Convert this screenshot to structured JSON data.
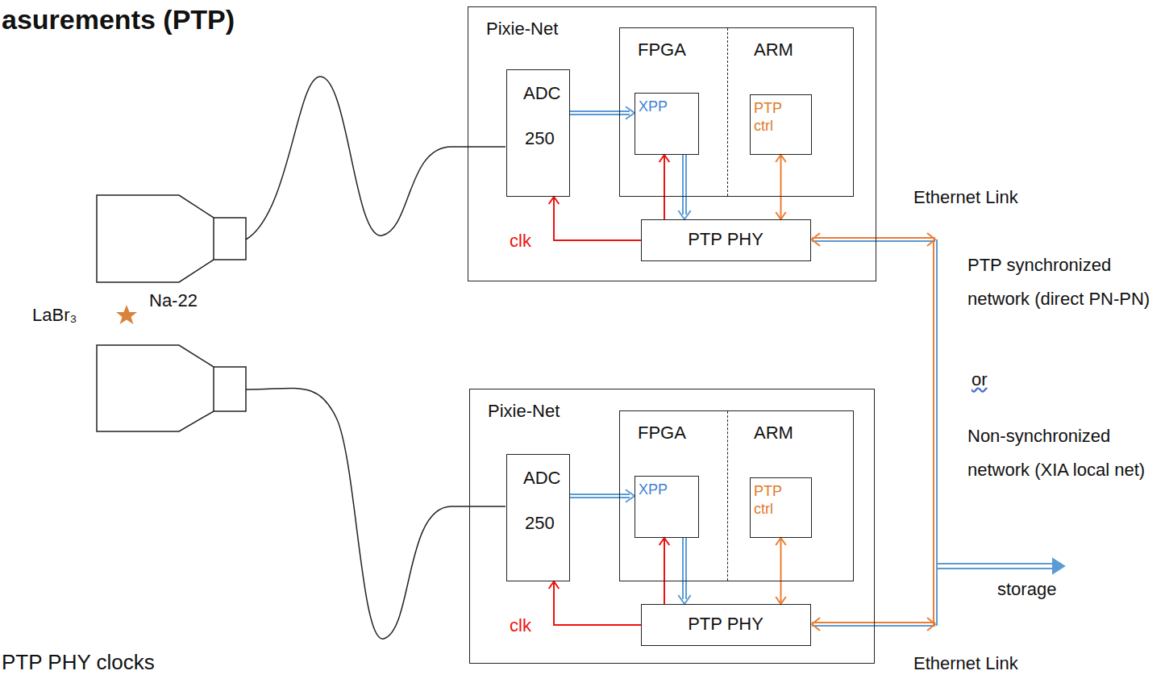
{
  "diagram": {
    "title": "asurements (PTP)",
    "nodes": [
      {
        "text": [
          "Pixie-Net"
        ]
      },
      {
        "text": [
          "ADC",
          "250"
        ],
        "in": 0
      },
      {
        "text": [
          "FPGA",
          "ARM"
        ],
        "in": 0
      },
      {
        "text": [
          "XPP"
        ],
        "in": 2
      },
      {
        "text": [
          "PTP ctrl"
        ],
        "in": 2
      },
      {
        "text": [
          "PTP PHY"
        ],
        "in": 0
      },
      {
        "text": [
          "Pixie-Net"
        ]
      },
      {
        "text": [
          "ADC",
          "250"
        ],
        "in": 6
      },
      {
        "text": [
          "FPGA",
          "ARM"
        ],
        "in": 6
      },
      {
        "text": [
          "XPP"
        ],
        "in": 8
      },
      {
        "text": [
          "PTP ctrl"
        ],
        "in": 8
      },
      {
        "text": [
          "PTP PHY"
        ],
        "in": 6
      }
    ],
    "edges": [
      {
        "from": 1,
        "to": 3,
        "arrow": "to"
      },
      {
        "from": 3,
        "to": 5,
        "arrow": "to"
      },
      {
        "from": 5,
        "to": 3,
        "arrow": "to"
      },
      {
        "from": 5,
        "to": 1,
        "label": "clk",
        "arrow": "to"
      },
      {
        "from": 4,
        "to": 5,
        "arrow": "both"
      },
      {
        "from": 7,
        "to": 9,
        "arrow": "to"
      },
      {
        "from": 9,
        "to": 11,
        "arrow": "to"
      },
      {
        "from": 11,
        "to": 9,
        "arrow": "to"
      },
      {
        "from": 11,
        "to": 7,
        "label": "clk",
        "arrow": "to"
      },
      {
        "from": 10,
        "to": 11,
        "arrow": "both"
      }
    ],
    "labels": [
      "LaBr₃",
      "Na-22",
      "Ethernet Link",
      "PTP synchronized network (direct PN-PN)",
      "or",
      "Non-synchronized network (XIA local net)",
      "storage",
      "Ethernet Link",
      "PTP PHY clocks"
    ]
  }
}
